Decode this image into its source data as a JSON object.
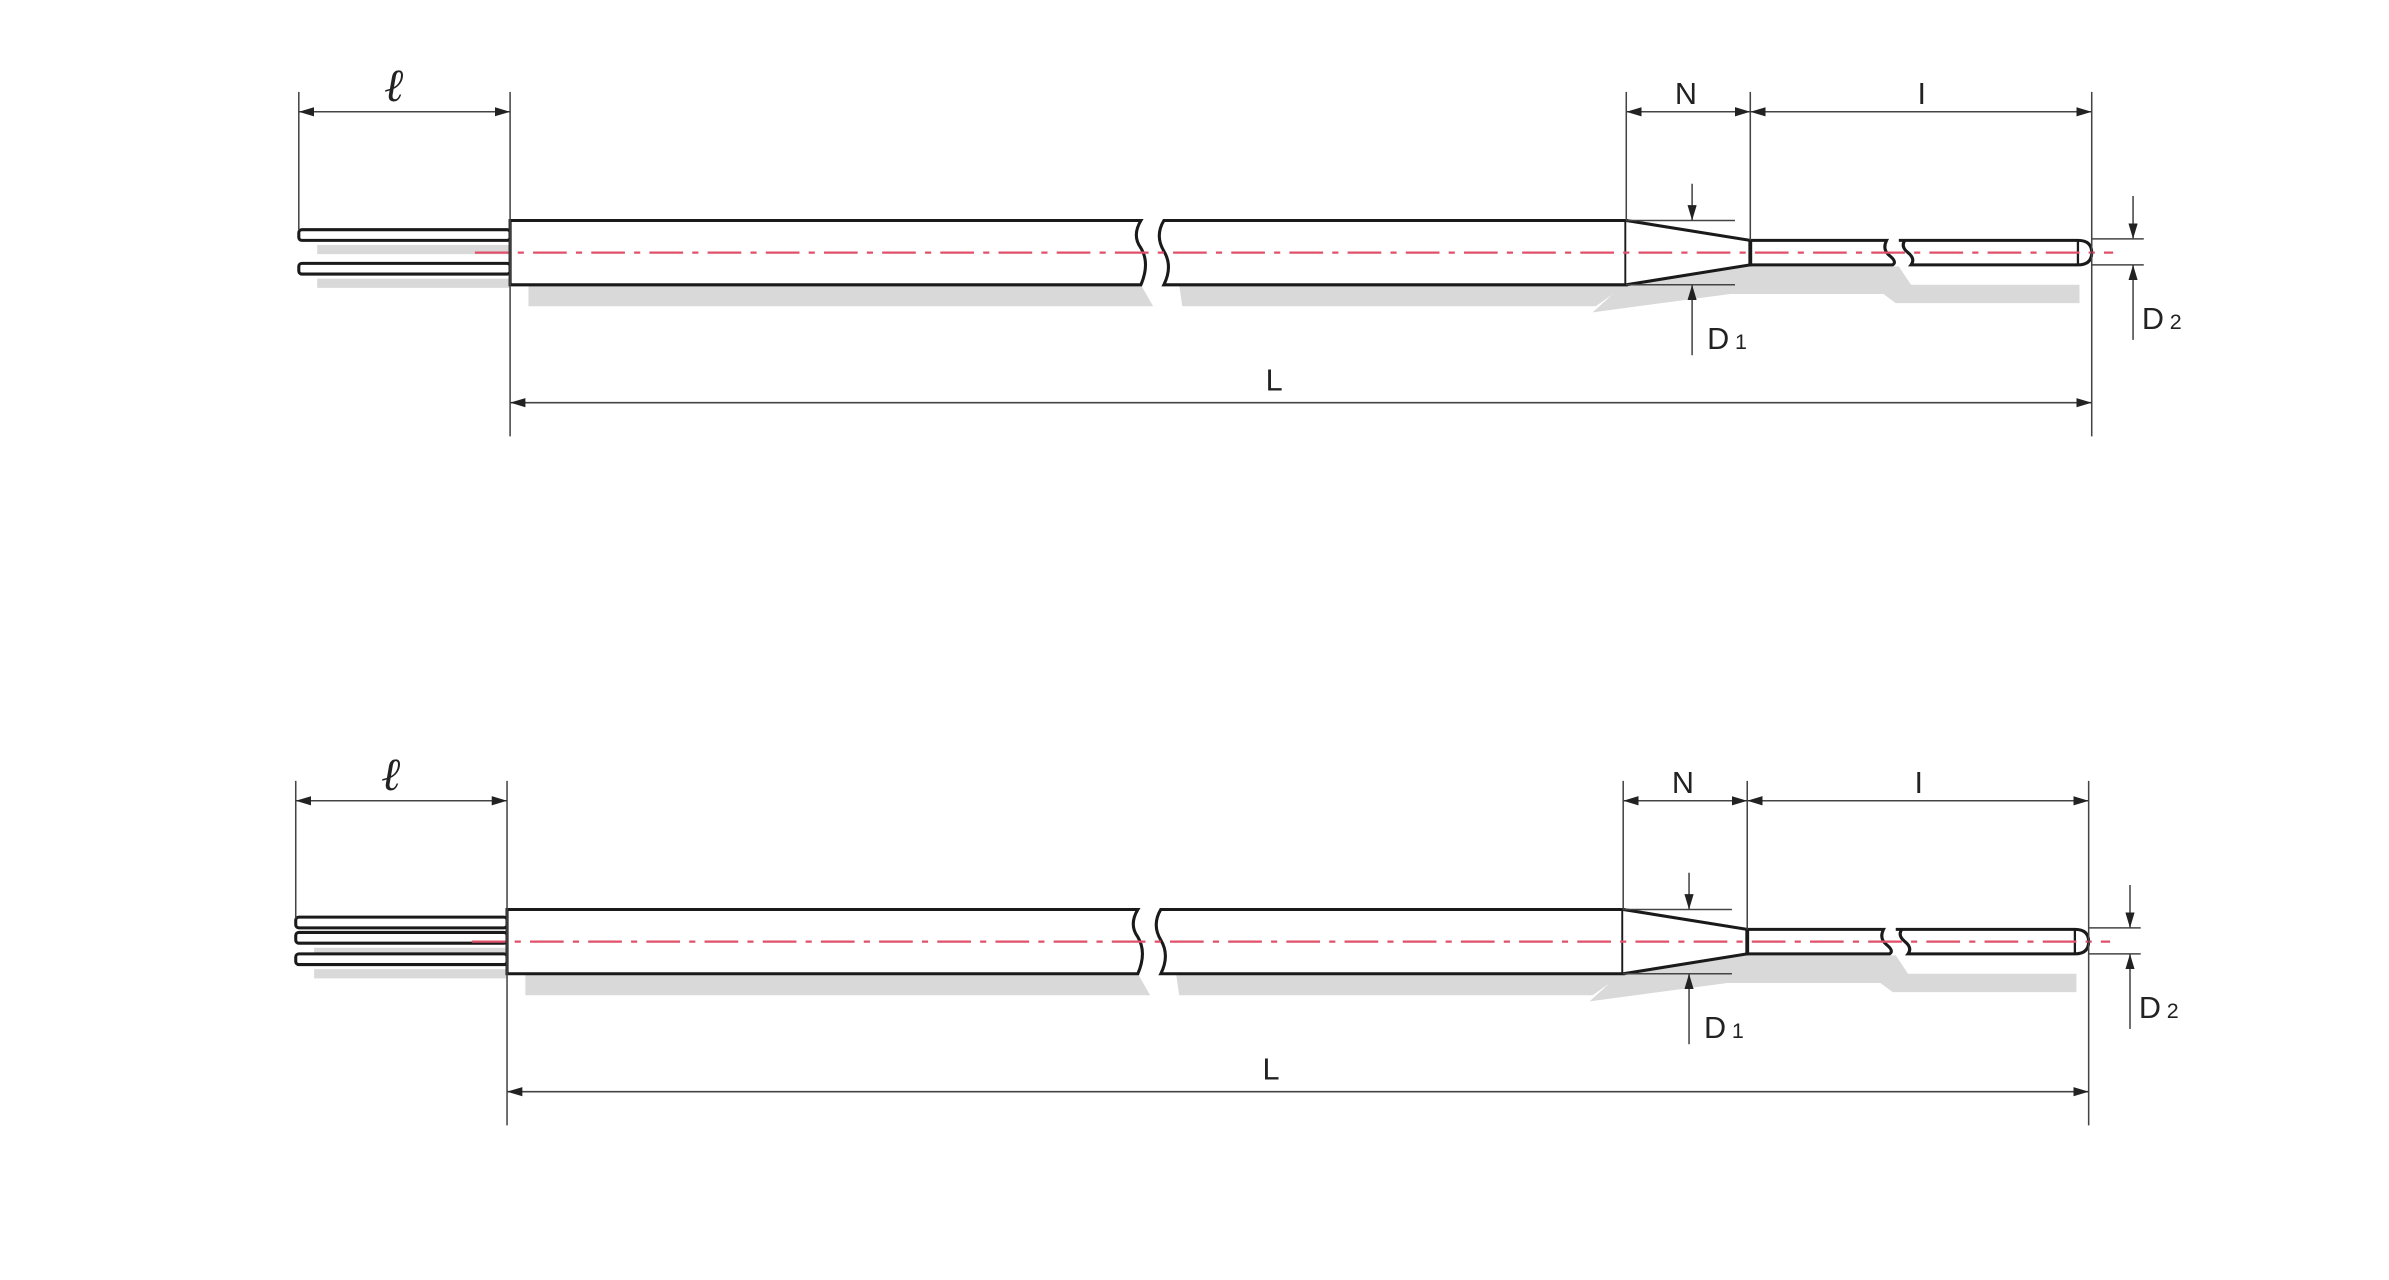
{
  "diagrams": [
    {
      "name": "two-wire-sensor",
      "wire_count": 2,
      "labels": {
        "lead": "ℓ",
        "neck": "N",
        "insert": "I",
        "d1": "D",
        "d1_sub": "1",
        "d2": "D",
        "d2_sub": "2",
        "length": "L"
      }
    },
    {
      "name": "three-wire-sensor",
      "wire_count": 3,
      "labels": {
        "lead": "ℓ",
        "neck": "N",
        "insert": "I",
        "d1": "D",
        "d1_sub": "1",
        "d2": "D",
        "d2_sub": "2",
        "length": "L"
      }
    }
  ],
  "colors": {
    "line": "#1a1a1a",
    "centerline": "#e0506a",
    "shadow": "#d9d9d9",
    "dim": "#444444"
  }
}
